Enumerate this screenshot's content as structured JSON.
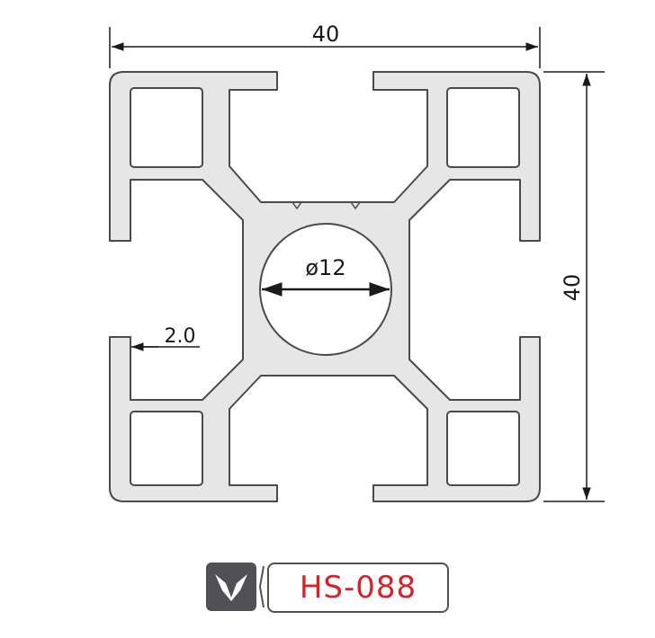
{
  "dimensions": {
    "width_label": "40",
    "height_label": "40",
    "bore_label": "ø12",
    "wall_label": "2.0"
  },
  "product": {
    "code": "HS-088"
  },
  "colors": {
    "profile_fill": "#e6e6e6",
    "profile_stroke": "#4a4a4a",
    "dimension_line": "#1a1a1a",
    "logo_bg": "#505055",
    "code_text": "#d6232a"
  },
  "icons": {
    "logo": "eagle-wings-icon"
  }
}
